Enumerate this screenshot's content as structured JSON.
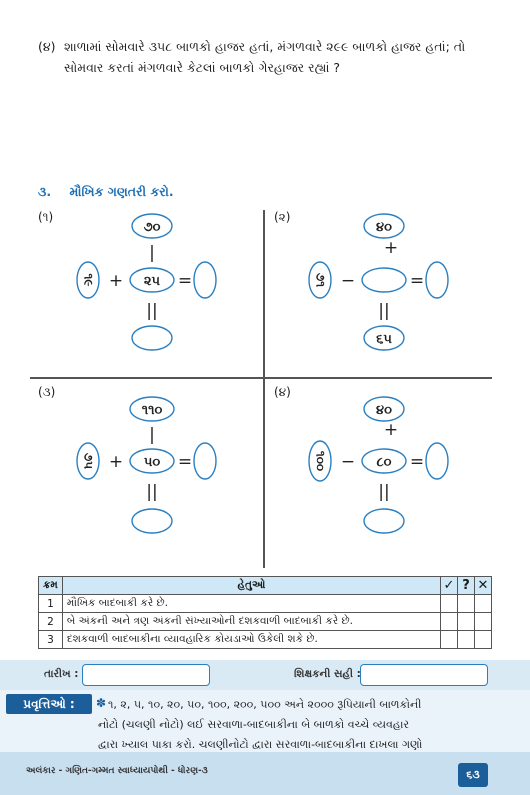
{
  "question4": {
    "number": "(૪)",
    "line1": "શાળામાં સોમવારે ૩૫૮ બાળકો હાજર હતાં, મંગળવારે ૨૯૯ બાળકો હાજર હતાં; તો",
    "line2": "સોમવાર કરતાં મંગળવારે કેટલાં બાળકો ગેરહાજર રહ્યાં ?"
  },
  "section3": {
    "number": "૩.",
    "title": "મૌખિક ગણતરી કરો."
  },
  "puzzles": [
    {
      "label": "(૧)",
      "top": "૭૦",
      "center": "૨૫",
      "left": "૧૯",
      "bottom": "",
      "right": "",
      "op_h": "+",
      "op_v": "|",
      "eq_h": "=",
      "eq_v": "||"
    },
    {
      "label": "(૨)",
      "top": "૪૦",
      "center": "",
      "left": "૭૧",
      "bottom": "૬૫",
      "right": "",
      "op_h": "−",
      "op_v": "+",
      "eq_h": "=",
      "eq_v": "||"
    },
    {
      "label": "(૩)",
      "top": "૧૧૦",
      "center": "૫૦",
      "left": "૭૫",
      "bottom": "",
      "right": "",
      "op_h": "+",
      "op_v": "|",
      "eq_h": "=",
      "eq_v": "||"
    },
    {
      "label": "(૪)",
      "top": "૪૦",
      "center": "૮૦",
      "left": "૧૦૦",
      "bottom": "",
      "right": "",
      "op_h": "−",
      "op_v": "+",
      "eq_h": "=",
      "eq_v": "||"
    }
  ],
  "objectives": {
    "col_num": "ક્રમ",
    "col_title": "હેતુઓ",
    "mark_ok": "✓",
    "mark_q": "?",
    "mark_x": "✕",
    "rows": [
      {
        "n": "1",
        "text": "મૌખિક બાદબાકી કરે છે."
      },
      {
        "n": "2",
        "text": "બે અંકની અને ત્રણ અંકની સંખ્યાઓની દશકવાળી બાદબાકી કરે છે."
      },
      {
        "n": "3",
        "text": "દશકવાળી બાદબાકીના વ્યાવહારિક કોયડાઓ ઉકેલી શકે છે."
      }
    ]
  },
  "date_label": "તારીખ :",
  "teacher_sign_label": "શિક્ષકની સહી :",
  "activity": {
    "badge": "પ્રવૃત્તિઓ :",
    "star": "✽",
    "line1": "૧, ૨, ૫, ૧૦, ૨૦, ૫૦, ૧૦૦, ૨૦૦, ૫૦૦ અને ૨૦૦૦ રૂપિયાની બાળકોની",
    "line2": "નોટો (ચલણી નોટો) લઈ સરવાળા-બાદબાકીના બે બાળકો વચ્ચે વ્યવહાર",
    "line3": "દ્વારા ખ્યાલ પાકા કરો. ચલણીનોટો દ્વારા સરવાળા-બાદબાકીના દાખલા ગણો"
  },
  "footer": "અલંકાર - ગણિત-ગમ્મત સ્વાધ્યાયપોથી - ધોરણ-૩",
  "page_number": "૬૩"
}
